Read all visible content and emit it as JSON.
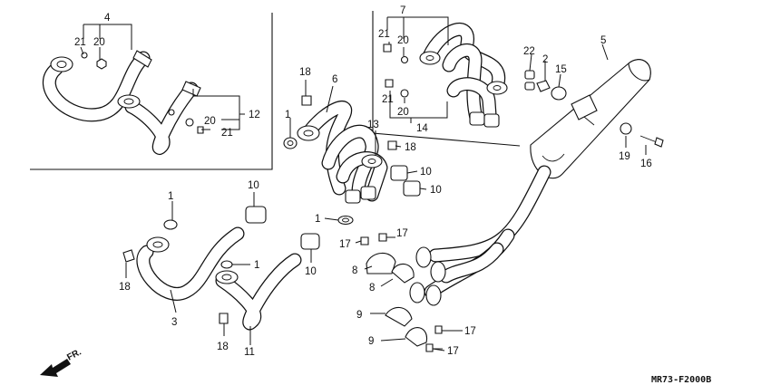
{
  "diagram_code": "MR73-F2000B",
  "direction_label": "FR.",
  "callouts": [
    {
      "id": "c4",
      "text": "4"
    },
    {
      "id": "c21a",
      "text": "21"
    },
    {
      "id": "c20a",
      "text": "20"
    },
    {
      "id": "c12",
      "text": "12"
    },
    {
      "id": "c20b",
      "text": "20"
    },
    {
      "id": "c21b",
      "text": "21"
    },
    {
      "id": "c7",
      "text": "7"
    },
    {
      "id": "c21c",
      "text": "21"
    },
    {
      "id": "c20c",
      "text": "20"
    },
    {
      "id": "c21d",
      "text": "21"
    },
    {
      "id": "c20d",
      "text": "20"
    },
    {
      "id": "c14",
      "text": "14"
    },
    {
      "id": "c22",
      "text": "22"
    },
    {
      "id": "c2",
      "text": "2"
    },
    {
      "id": "c15",
      "text": "15"
    },
    {
      "id": "c5",
      "text": "5"
    },
    {
      "id": "c19",
      "text": "19"
    },
    {
      "id": "c16",
      "text": "16"
    },
    {
      "id": "c18a",
      "text": "18"
    },
    {
      "id": "c6",
      "text": "6"
    },
    {
      "id": "c1a",
      "text": "1"
    },
    {
      "id": "c13",
      "text": "13"
    },
    {
      "id": "c18b",
      "text": "18"
    },
    {
      "id": "c10a",
      "text": "10"
    },
    {
      "id": "c10b",
      "text": "10"
    },
    {
      "id": "c1b",
      "text": "1"
    },
    {
      "id": "c17a",
      "text": "17"
    },
    {
      "id": "c17b",
      "text": "17"
    },
    {
      "id": "c8a",
      "text": "8"
    },
    {
      "id": "c8b",
      "text": "8"
    },
    {
      "id": "c9a",
      "text": "9"
    },
    {
      "id": "c9b",
      "text": "9"
    },
    {
      "id": "c17c",
      "text": "17"
    },
    {
      "id": "c17d",
      "text": "17"
    },
    {
      "id": "c1c",
      "text": "1"
    },
    {
      "id": "c10c",
      "text": "10"
    },
    {
      "id": "c18c",
      "text": "18"
    },
    {
      "id": "c3",
      "text": "3"
    },
    {
      "id": "c1d",
      "text": "1"
    },
    {
      "id": "c10d",
      "text": "10"
    },
    {
      "id": "c18d",
      "text": "18"
    },
    {
      "id": "c11",
      "text": "11"
    }
  ]
}
